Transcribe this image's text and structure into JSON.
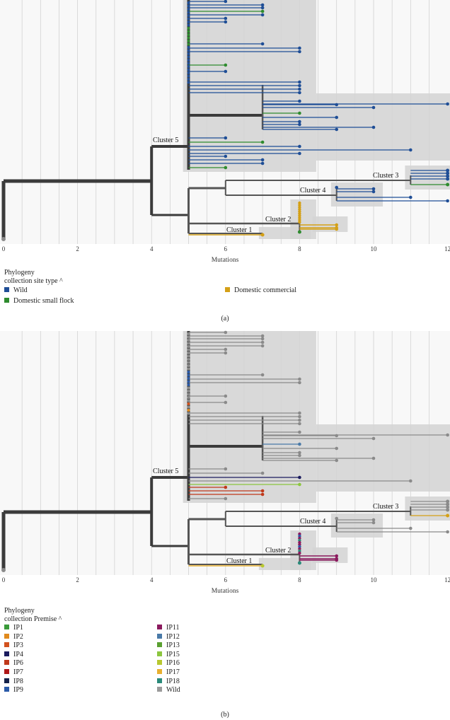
{
  "xlabel": "Mutations",
  "x_ticks": [
    "0",
    "2",
    "4",
    "6",
    "8",
    "10",
    "12"
  ],
  "clusters": [
    "Cluster 5",
    "Cluster 3",
    "Cluster 4",
    "Cluster 2",
    "Cluster 1"
  ],
  "colors": {
    "branch": "#555555",
    "trunk": "#3b3b3b",
    "wild": "#1f4e96",
    "domestic_small_flock": "#2e8b2e",
    "domestic_commercial": "#d4a017",
    "grey_node": "#8a8a8a",
    "shade": "#d3d3d3",
    "gridline": "#cccccc"
  },
  "panel_a": {
    "caption": "(a)",
    "legend_title_line1": "Phylogeny",
    "legend_title_line2": "collection site type ^",
    "legend": [
      {
        "label": "Wild",
        "color": "#1f4e96"
      },
      {
        "label": "Domestic small flock",
        "color": "#2e8b2e"
      },
      {
        "label": "Domestic commercial",
        "color": "#d4a017"
      }
    ]
  },
  "panel_b": {
    "caption": "(b)",
    "legend_title_line1": "Phylogeny",
    "legend_title_line2": "collection Premise ^",
    "legend_left": [
      {
        "label": "IP1",
        "color": "#3a9a3a"
      },
      {
        "label": "IP2",
        "color": "#e08a1e"
      },
      {
        "label": "IP3",
        "color": "#d2521e"
      },
      {
        "label": "IP4",
        "color": "#1b1b5e"
      },
      {
        "label": "IP6",
        "color": "#c0391b"
      },
      {
        "label": "IP7",
        "color": "#b01818"
      },
      {
        "label": "IP8",
        "color": "#14224a"
      },
      {
        "label": "IP9",
        "color": "#2a5aa8"
      }
    ],
    "legend_right": [
      {
        "label": "IP11",
        "color": "#8b1a5e"
      },
      {
        "label": "IP12",
        "color": "#4a7aa8"
      },
      {
        "label": "IP13",
        "color": "#5aa030"
      },
      {
        "label": "IP15",
        "color": "#8cc63f"
      },
      {
        "label": "IP16",
        "color": "#b8c830"
      },
      {
        "label": "IP17",
        "color": "#e8b030"
      },
      {
        "label": "IP18",
        "color": "#2a8a7a"
      },
      {
        "label": "Wild",
        "color": "#9a9a9a"
      }
    ]
  }
}
